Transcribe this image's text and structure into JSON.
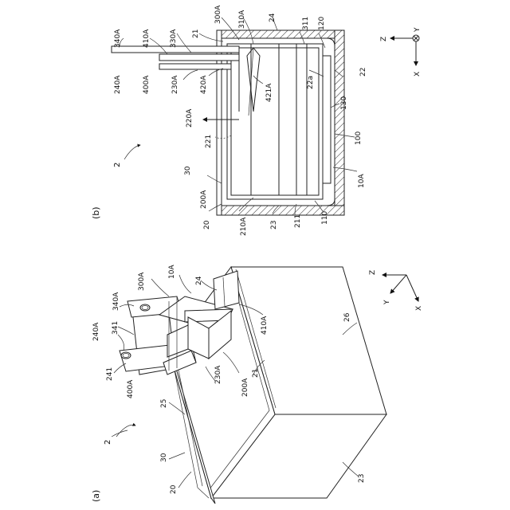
{
  "figure_a": {
    "caption": "(a)",
    "label_2": "2",
    "labels": {
      "l240A": "240A",
      "l341": "341",
      "l241": "241",
      "l400A": "400A",
      "l340A": "340A",
      "l300A": "300A",
      "l10A": "10A",
      "l24": "24",
      "l410A": "410A",
      "l230A": "230A",
      "l200A": "200A",
      "l21": "21",
      "l26": "26",
      "l25": "25",
      "l30": "30",
      "l20": "20",
      "l23": "23"
    },
    "axes": {
      "z": "Z",
      "y": "Y",
      "x": "X"
    }
  },
  "figure_b": {
    "caption": "(b)",
    "label_2": "2",
    "labels": {
      "l340A": "340A",
      "l410A": "410A",
      "l330A": "330A",
      "l21": "21",
      "l300A": "300A",
      "l310A": "310A",
      "l24": "24",
      "l311": "311",
      "l120": "120",
      "l240A": "240A",
      "l400A": "400A",
      "l230A": "230A",
      "l420A": "420A",
      "l421A": "421A",
      "l22a": "22a",
      "l22": "22",
      "l220A": "220A",
      "l130": "130",
      "l221": "221",
      "l100": "100",
      "l30": "30",
      "l10A": "10A",
      "l200A": "200A",
      "l20": "20",
      "l210A": "210A",
      "l23": "23",
      "l211": "211",
      "l110": "110"
    },
    "axes": {
      "z": "Z",
      "y": "Y",
      "x": "X"
    }
  }
}
